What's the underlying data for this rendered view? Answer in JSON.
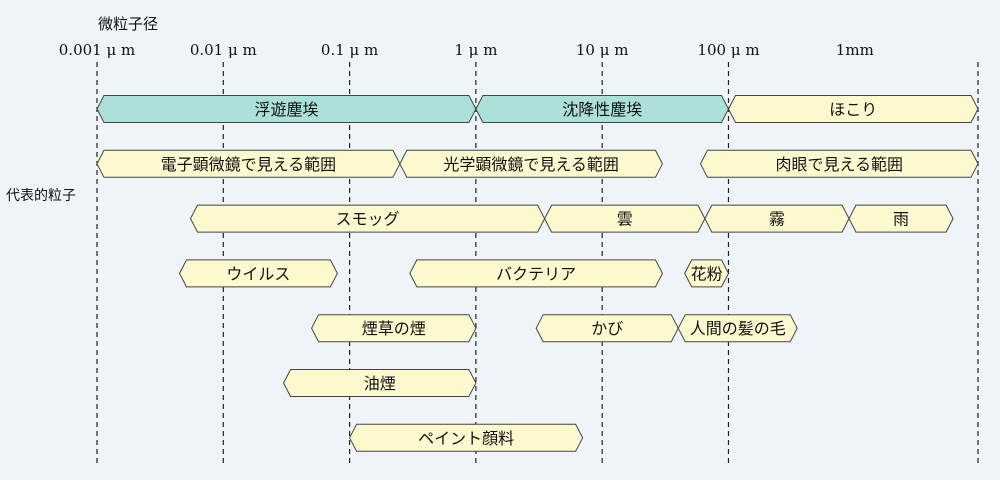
{
  "axis_title": "微粒子径",
  "side_label": "代表的粒子",
  "colors": {
    "background": "#eff4f8",
    "dust_fill": "#aee0da",
    "particle_fill": "#fdf9cf",
    "outline": "#444444"
  },
  "ticks": [
    {
      "label": "0.001 μ m",
      "value": 0.001
    },
    {
      "label": "0.01 μ m",
      "value": 0.01
    },
    {
      "label": "0.1 μ m",
      "value": 0.1
    },
    {
      "label": "1 μ m",
      "value": 1
    },
    {
      "label": "10 μ m",
      "value": 10
    },
    {
      "label": "100 μ m",
      "value": 100
    },
    {
      "label": "1mm",
      "value": 1000
    }
  ],
  "bars": [
    {
      "label": "浮遊塵埃",
      "from": 0.001,
      "to": 1,
      "row": 0,
      "kind": "dust"
    },
    {
      "label": "沈降性塵埃",
      "from": 1,
      "to": 100,
      "row": 0,
      "kind": "dust"
    },
    {
      "label": "ほこり",
      "from": 100,
      "to": 10000,
      "row": 0,
      "kind": "particle"
    },
    {
      "label": "電子顕微鏡で見える範囲",
      "from": 0.001,
      "to": 0.25,
      "row": 1,
      "kind": "particle"
    },
    {
      "label": "光学顕微鏡で見える範囲",
      "from": 0.25,
      "to": 30,
      "row": 1,
      "kind": "particle"
    },
    {
      "label": "肉眼で見える範囲",
      "from": 60,
      "to": 10000,
      "row": 1,
      "kind": "particle"
    },
    {
      "label": "スモッグ",
      "from": 0.0055,
      "to": 3.5,
      "row": 2,
      "kind": "particle"
    },
    {
      "label": "雲",
      "from": 3.5,
      "to": 65,
      "row": 2,
      "kind": "particle"
    },
    {
      "label": "霧",
      "from": 65,
      "to": 900,
      "row": 2,
      "kind": "particle"
    },
    {
      "label": "雨",
      "from": 900,
      "to": 6000,
      "row": 2,
      "kind": "particle"
    },
    {
      "label": "ウイルス",
      "from": 0.0045,
      "to": 0.08,
      "row": 3,
      "kind": "particle"
    },
    {
      "label": "バクテリア",
      "from": 0.3,
      "to": 30,
      "row": 3,
      "kind": "particle"
    },
    {
      "label": "花粉",
      "from": 45,
      "to": 100,
      "row": 3,
      "kind": "particle"
    },
    {
      "label": "煙草の煙",
      "from": 0.05,
      "to": 1,
      "row": 4,
      "kind": "particle"
    },
    {
      "label": "かび",
      "from": 3,
      "to": 40,
      "row": 4,
      "kind": "particle"
    },
    {
      "label": "人間の髪の毛",
      "from": 40,
      "to": 350,
      "row": 4,
      "kind": "particle"
    },
    {
      "label": "油煙",
      "from": 0.03,
      "to": 1,
      "row": 5,
      "kind": "particle"
    },
    {
      "label": "ペイント顔料",
      "from": 0.1,
      "to": 7,
      "row": 6,
      "kind": "particle"
    }
  ]
}
